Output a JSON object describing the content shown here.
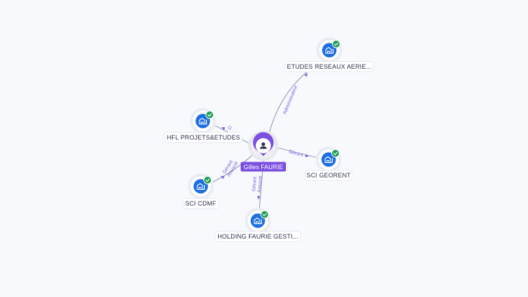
{
  "center": {
    "name": "Gilles FAURIE",
    "icon": "person-icon",
    "color": "#7b4fe0"
  },
  "companies": [
    {
      "id": "etudes",
      "name": "ETUDES RESEAUX AERIE...",
      "icon": "company-building-icon",
      "status": "verified-check-icon"
    },
    {
      "id": "hfl",
      "name": "HFL PROJETS&ETUDES",
      "icon": "company-building-icon",
      "status": "verified-check-icon"
    },
    {
      "id": "georent",
      "name": "SCI GEORENT",
      "icon": "company-building-icon",
      "status": "verified-check-icon"
    },
    {
      "id": "cdmf",
      "name": "SCI CDMF",
      "icon": "company-building-icon",
      "status": "verified-check-icon"
    },
    {
      "id": "holding",
      "name": "HOLDING FAURIE GESTI...",
      "icon": "company-building-icon",
      "status": "verified-check-icon"
    }
  ],
  "relations": [
    {
      "target": "etudes",
      "labels": [
        "Administrateur"
      ]
    },
    {
      "target": "hfl",
      "labels": [
        "G"
      ]
    },
    {
      "target": "georent",
      "labels": [
        "Gérant"
      ]
    },
    {
      "target": "cdmf",
      "labels": [
        "Gérant",
        "Associé"
      ]
    },
    {
      "target": "holding",
      "labels": [
        "Gérant",
        "Associé"
      ]
    }
  ],
  "colors": {
    "company_icon": "#1f6fe0",
    "check_badge": "#1f9d55",
    "edge": "#7e84a8",
    "edge_label": "#7b63d9",
    "person_pin": "#7b4fe0",
    "background": "#f7f9fd"
  }
}
